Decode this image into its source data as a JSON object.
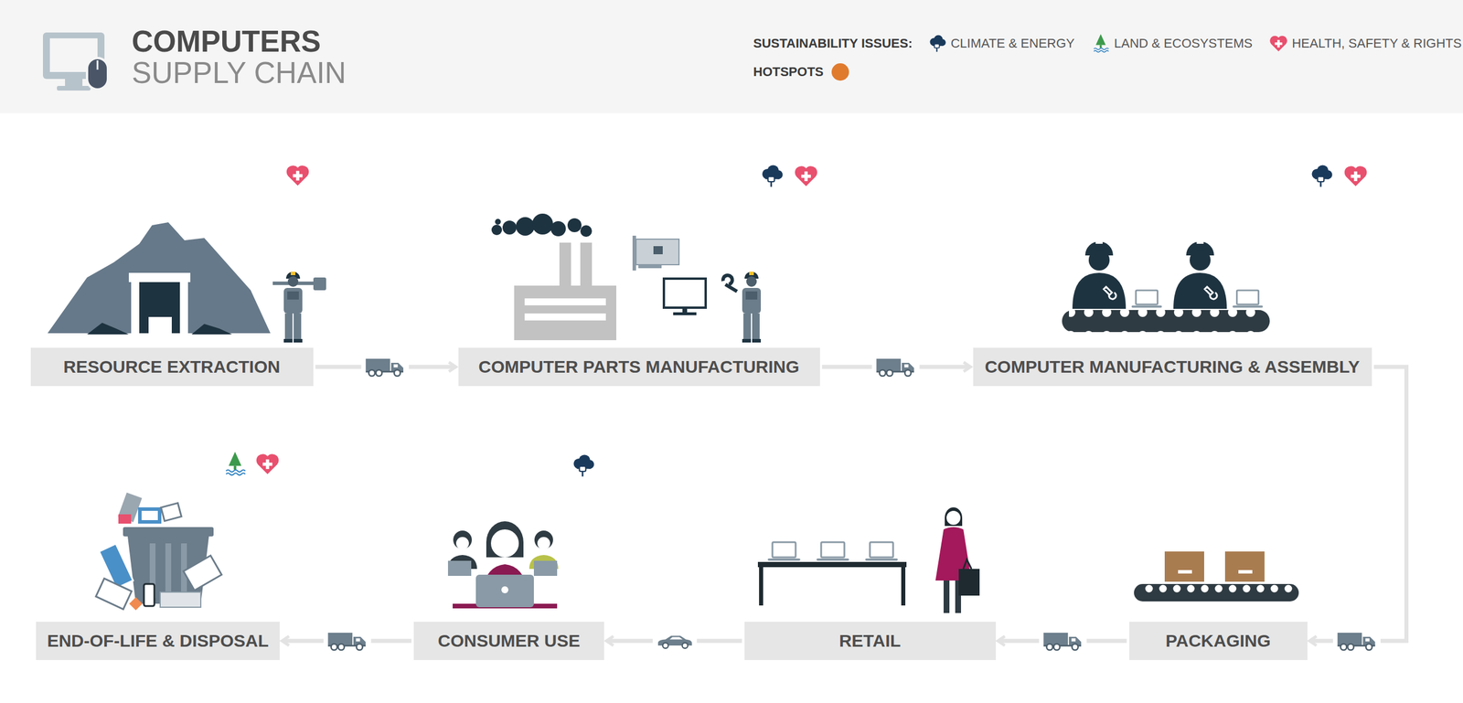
{
  "diagram": {
    "title": "COMPUTERS",
    "nodes": [
      {
        "text": [
          "RESOURCE EXTRACTION"
        ]
      },
      {
        "text": [
          "COMPUTER PARTS MANUFACTURING"
        ]
      },
      {
        "text": [
          "COMPUTER MANUFACTURING & ASSEMBLY"
        ]
      },
      {
        "text": [
          "PACKAGING"
        ]
      },
      {
        "text": [
          "RETAIL"
        ]
      },
      {
        "text": [
          "CONSUMER USE"
        ]
      },
      {
        "text": [
          "END-OF-LIFE & DISPOSAL"
        ]
      }
    ],
    "edges": [
      {
        "from": 0,
        "to": 1,
        "arrow": "to"
      },
      {
        "from": 1,
        "to": 2,
        "arrow": "to"
      },
      {
        "from": 2,
        "to": 3,
        "arrow": "to"
      },
      {
        "from": 3,
        "to": 4,
        "arrow": "to"
      },
      {
        "from": 4,
        "to": 5,
        "arrow": "to"
      },
      {
        "from": 5,
        "to": 6,
        "arrow": "to"
      }
    ],
    "labels": [
      "SUPPLY CHAIN",
      "SUSTAINABILITY ISSUES:"
    ],
    "legend": [
      {
        "text": "CLIMATE & ENERGY"
      },
      {
        "text": "LAND & ECOSYSTEMS"
      },
      {
        "text": "HEALTH, SAFETY & RIGHTS"
      },
      {
        "text": "HOTSPOTS",
        "color": "#e07b2e"
      }
    ]
  }
}
